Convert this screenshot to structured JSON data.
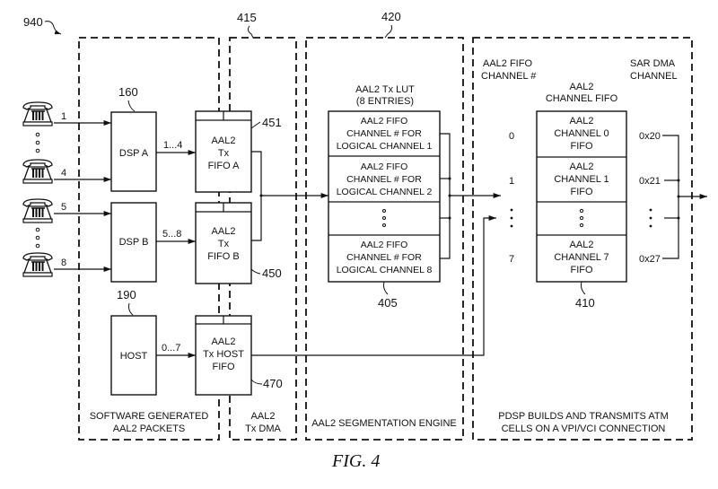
{
  "figure": {
    "caption": "FIG. 4",
    "ref_number": "940"
  },
  "regions": {
    "software": {
      "label_line1": "SOFTWARE GENERATED",
      "label_line2": "AAL2 PACKETS"
    },
    "tx_dma": {
      "ref": "415",
      "label_line1": "AAL2",
      "label_line2": "Tx DMA"
    },
    "segmentation": {
      "ref": "420",
      "label": "AAL2 SEGMENTATION ENGINE"
    },
    "pdsp": {
      "label_line1": "PDSP BUILDS AND TRANSMITS ATM",
      "label_line2": "CELLS ON A VPI/VCI CONNECTION"
    }
  },
  "phones": [
    {
      "label": "1"
    },
    {
      "label": "4"
    },
    {
      "label": "5"
    },
    {
      "label": "8"
    }
  ],
  "sources": {
    "dsp_a": {
      "label": "DSP  A",
      "ref": "160",
      "output": "1...4"
    },
    "dsp_b": {
      "label": "DSP  B",
      "output": "5...8"
    },
    "host": {
      "label": "HOST",
      "ref": "190",
      "output": "0...7"
    }
  },
  "tx_fifos": {
    "fifo_a": {
      "lines": [
        "AAL2",
        "Tx",
        "FIFO  A"
      ],
      "ref": "451"
    },
    "fifo_b": {
      "lines": [
        "AAL2",
        "Tx",
        "FIFO  B"
      ],
      "ref": "450"
    },
    "host_fifo": {
      "lines": [
        "AAL2",
        "Tx  HOST",
        "FIFO"
      ],
      "ref": "470"
    }
  },
  "lut": {
    "title_line1": "AAL2  Tx  LUT",
    "title_line2": "(8  ENTRIES)",
    "ref": "405",
    "entries": [
      {
        "lines": [
          "AAL2  FIFO",
          "CHANNEL  #  FOR",
          "LOGICAL  CHANNEL  1"
        ]
      },
      {
        "lines": [
          "AAL2  FIFO",
          "CHANNEL  #  FOR",
          "LOGICAL  CHANNEL  2"
        ]
      },
      {
        "lines": [
          "AAL2  FIFO",
          "CHANNEL  #  FOR",
          "LOGICAL  CHANNEL  8"
        ]
      }
    ]
  },
  "channel_fifo": {
    "col_fifo_channel_line1": "AAL2  FIFO",
    "col_fifo_channel_line2": "CHANNEL  #",
    "col_sar_line1": "SAR  DMA",
    "col_sar_line2": "CHANNEL",
    "title_line1": "AAL2",
    "title_line2": "CHANNEL  FIFO",
    "ref": "410",
    "rows": [
      {
        "channel": "0",
        "lines": [
          "AAL2",
          "CHANNEL  0",
          "FIFO"
        ],
        "sar": "0x20"
      },
      {
        "channel": "1",
        "lines": [
          "AAL2",
          "CHANNEL  1",
          "FIFO"
        ],
        "sar": "0x21"
      },
      {
        "channel": "7",
        "lines": [
          "AAL2",
          "CHANNEL  7",
          "FIFO"
        ],
        "sar": "0x27"
      }
    ]
  }
}
